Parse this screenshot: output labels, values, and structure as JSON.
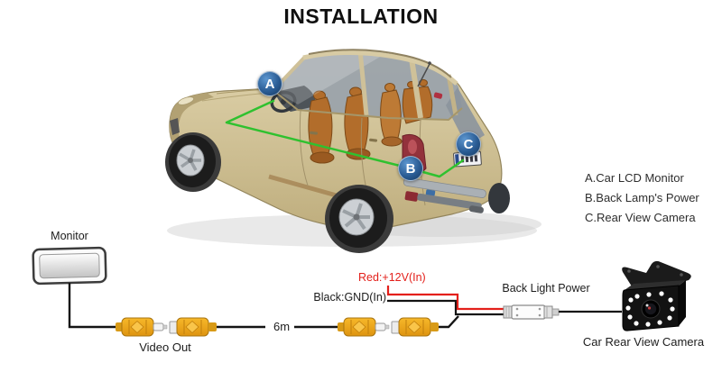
{
  "title": "INSTALLATION",
  "car_diagram": {
    "badges": [
      {
        "label": "A"
      },
      {
        "label": "B"
      },
      {
        "label": "C"
      }
    ],
    "wire_color": "#2fc12f",
    "badge_color": "#1d4f7c"
  },
  "legend": {
    "items": [
      {
        "label": "A.Car LCD Monitor"
      },
      {
        "label": "B.Back Lamp's Power"
      },
      {
        "label": "C.Rear View Camera"
      }
    ]
  },
  "wiring": {
    "monitor_label": "Monitor",
    "video_out_label": "Video Out",
    "cable_length_label": "6m",
    "ground_label": "Black:GND(In)",
    "power_label": "Red:+12V(In)",
    "back_light_label": "Back Light Power",
    "camera_label": "Car Rear View Camera",
    "power_wire_color": "#e3201b",
    "ground_wire_color": "#141414",
    "rca_color": "#f0a51e"
  }
}
